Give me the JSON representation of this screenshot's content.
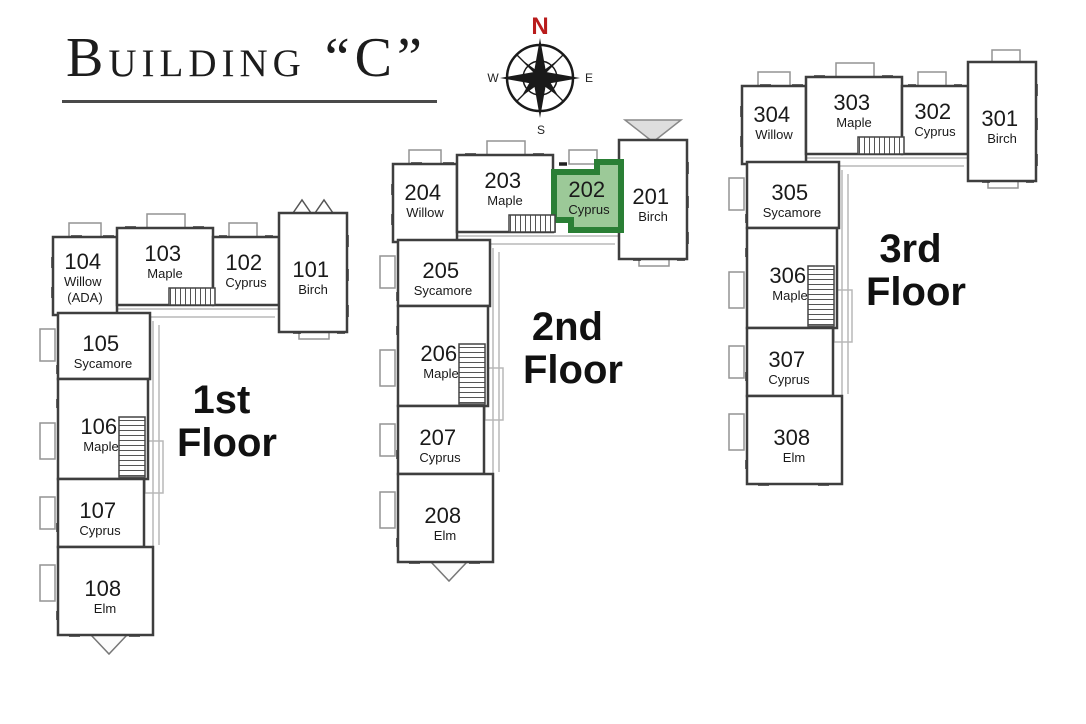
{
  "title": "Building “C”",
  "compass": {
    "north": "N",
    "east": "E",
    "south": "S",
    "west": "W",
    "north_color": "#b91c1c"
  },
  "highlight": {
    "unit": "202",
    "fill": "#9cc998",
    "border": "#2a7f35"
  },
  "floors": [
    {
      "name": "1st Floor",
      "label1": "1st",
      "label2": "Floor",
      "units": [
        {
          "number": "104",
          "name": "Willow",
          "suffix": "(ADA)"
        },
        {
          "number": "103",
          "name": "Maple"
        },
        {
          "number": "102",
          "name": "Cyprus"
        },
        {
          "number": "101",
          "name": "Birch"
        },
        {
          "number": "105",
          "name": "Sycamore"
        },
        {
          "number": "106",
          "name": "Maple"
        },
        {
          "number": "107",
          "name": "Cyprus"
        },
        {
          "number": "108",
          "name": "Elm"
        }
      ]
    },
    {
      "name": "2nd Floor",
      "label1": "2nd",
      "label2": "Floor",
      "units": [
        {
          "number": "204",
          "name": "Willow"
        },
        {
          "number": "203",
          "name": "Maple"
        },
        {
          "number": "202",
          "name": "Cyprus",
          "highlighted": true
        },
        {
          "number": "201",
          "name": "Birch"
        },
        {
          "number": "205",
          "name": "Sycamore"
        },
        {
          "number": "206",
          "name": "Maple"
        },
        {
          "number": "207",
          "name": "Cyprus"
        },
        {
          "number": "208",
          "name": "Elm"
        }
      ]
    },
    {
      "name": "3rd Floor",
      "label1": "3rd",
      "label2": "Floor",
      "units": [
        {
          "number": "304",
          "name": "Willow"
        },
        {
          "number": "303",
          "name": "Maple"
        },
        {
          "number": "302",
          "name": "Cyprus"
        },
        {
          "number": "301",
          "name": "Birch"
        },
        {
          "number": "305",
          "name": "Sycamore"
        },
        {
          "number": "306",
          "name": "Maple"
        },
        {
          "number": "307",
          "name": "Cyprus"
        },
        {
          "number": "308",
          "name": "Elm"
        }
      ]
    }
  ]
}
